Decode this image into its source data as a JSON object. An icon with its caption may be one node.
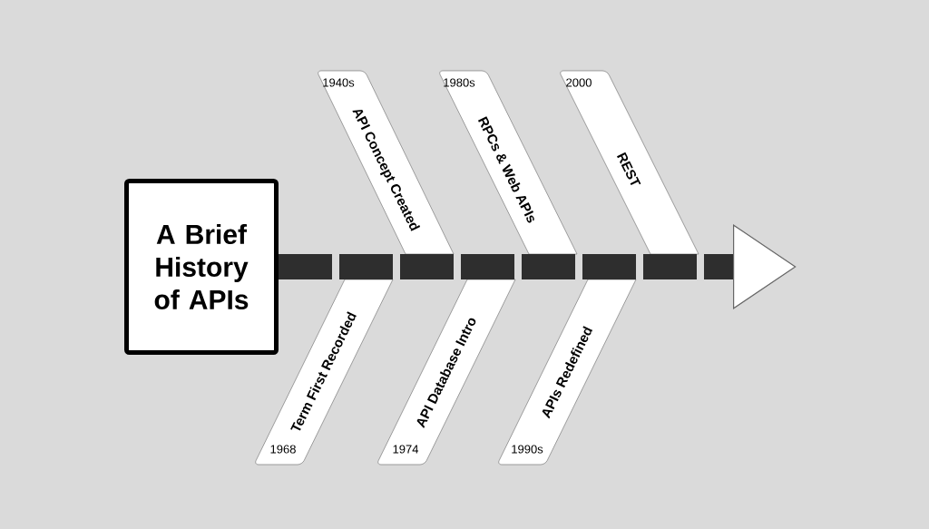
{
  "diagram": {
    "nodes": [
      {
        "text": [
          "A Brief History of APIs"
        ]
      },
      {
        "text": [
          "1940s",
          "API Concept Created"
        ]
      },
      {
        "text": [
          "1968",
          "Term First Recorded"
        ]
      },
      {
        "text": [
          "1980s",
          "RPCs & Web APIs"
        ]
      },
      {
        "text": [
          "1974",
          "API Database Intro"
        ]
      },
      {
        "text": [
          "2000",
          "REST"
        ]
      },
      {
        "text": [
          "1990s",
          "APIs Redefined"
        ]
      },
      {
        "text": [],
        "shape": "triangle"
      }
    ],
    "edges": [
      {
        "from": 0,
        "to": 7,
        "arrow": "none"
      }
    ]
  }
}
